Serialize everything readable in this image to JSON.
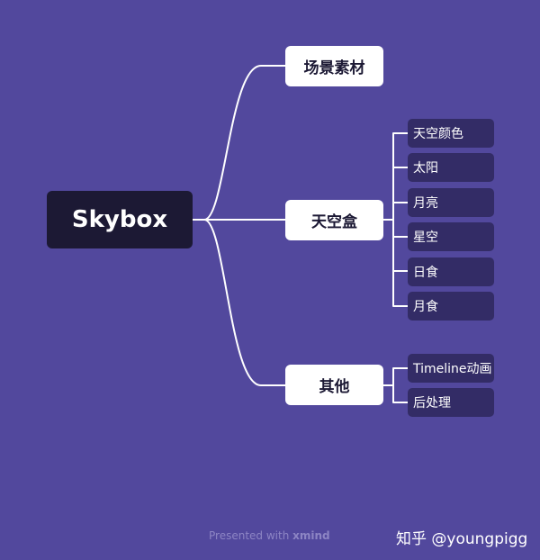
{
  "root": {
    "label": "Skybox"
  },
  "branches": [
    {
      "label": "场景素材",
      "children": []
    },
    {
      "label": "天空盒",
      "children": [
        "天空颜色",
        "太阳",
        "月亮",
        "星空",
        "日食",
        "月食"
      ]
    },
    {
      "label": "其他",
      "children": [
        "Timeline动画",
        "后处理"
      ]
    }
  ],
  "footer": {
    "presented_with": "Presented with",
    "brand": "xmind"
  },
  "watermark": "知乎 @youngpigg",
  "colors": {
    "background": "#52489d",
    "root_fill": "#1c1934",
    "branch_fill": "#ffffff",
    "leaf_fill": "#332c66",
    "connector": "#ffffff"
  }
}
